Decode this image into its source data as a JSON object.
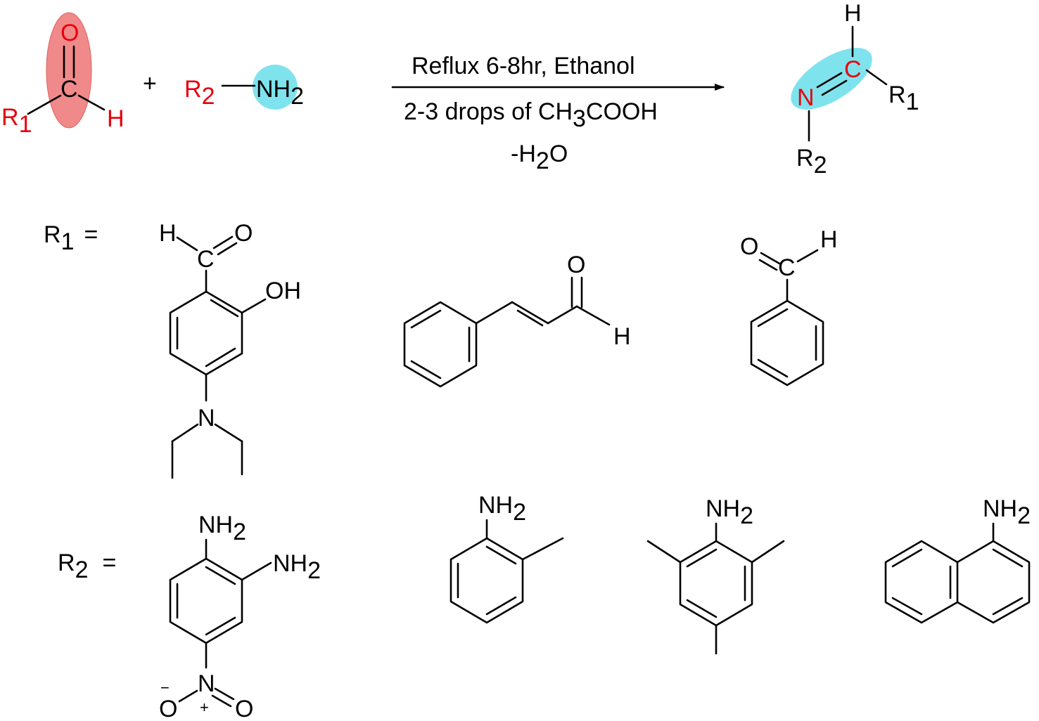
{
  "colors": {
    "heteroatom": "#e8000b",
    "carbonyl_highlight": "#f08a8a",
    "amine_highlight": "#7fe3ee",
    "bond": "#000000"
  },
  "reaction": {
    "reactant1": {
      "O": "O",
      "C": "C",
      "H": "H",
      "R": "R",
      "R_sub": "1"
    },
    "plus": "+",
    "reactant2": {
      "R": "R",
      "R_sub": "2",
      "NH": "NH",
      "NH_sub": "2"
    },
    "conditions": {
      "line1": "Reflux 6-8hr, Ethanol",
      "line2_pre": "2-3 drops of CH",
      "line2_sub": "3",
      "line2_post": "COOH",
      "line3_pre": "-H",
      "line3_sub": "2",
      "line3_post": "O"
    },
    "product": {
      "H": "H",
      "N": "N",
      "C": "C",
      "R1": "R",
      "R1_sub": "1",
      "R2": "R",
      "R2_sub": "2"
    }
  },
  "r1_row": {
    "label": "R",
    "label_sub": "1",
    "equals": "=",
    "aldehyde1": {
      "H": "H",
      "O": "O",
      "C": "C",
      "OH": "OH",
      "N": "N"
    },
    "aldehyde2": {
      "O": "O",
      "H": "H"
    },
    "aldehyde3": {
      "O": "O",
      "C": "C",
      "H": "H"
    }
  },
  "r2_row": {
    "label": "R",
    "label_sub": "2",
    "equals": "=",
    "amine1": {
      "NH": "NH",
      "sub": "2",
      "NH_b": "NH",
      "sub_b": "2",
      "N": "N",
      "O_left": "O",
      "O_right": "O",
      "minus": "−",
      "plus": "+"
    },
    "amine2": {
      "NH": "NH",
      "sub": "2"
    },
    "amine3": {
      "NH": "NH",
      "sub": "2"
    },
    "amine4": {
      "NH": "NH",
      "sub": "2"
    }
  }
}
